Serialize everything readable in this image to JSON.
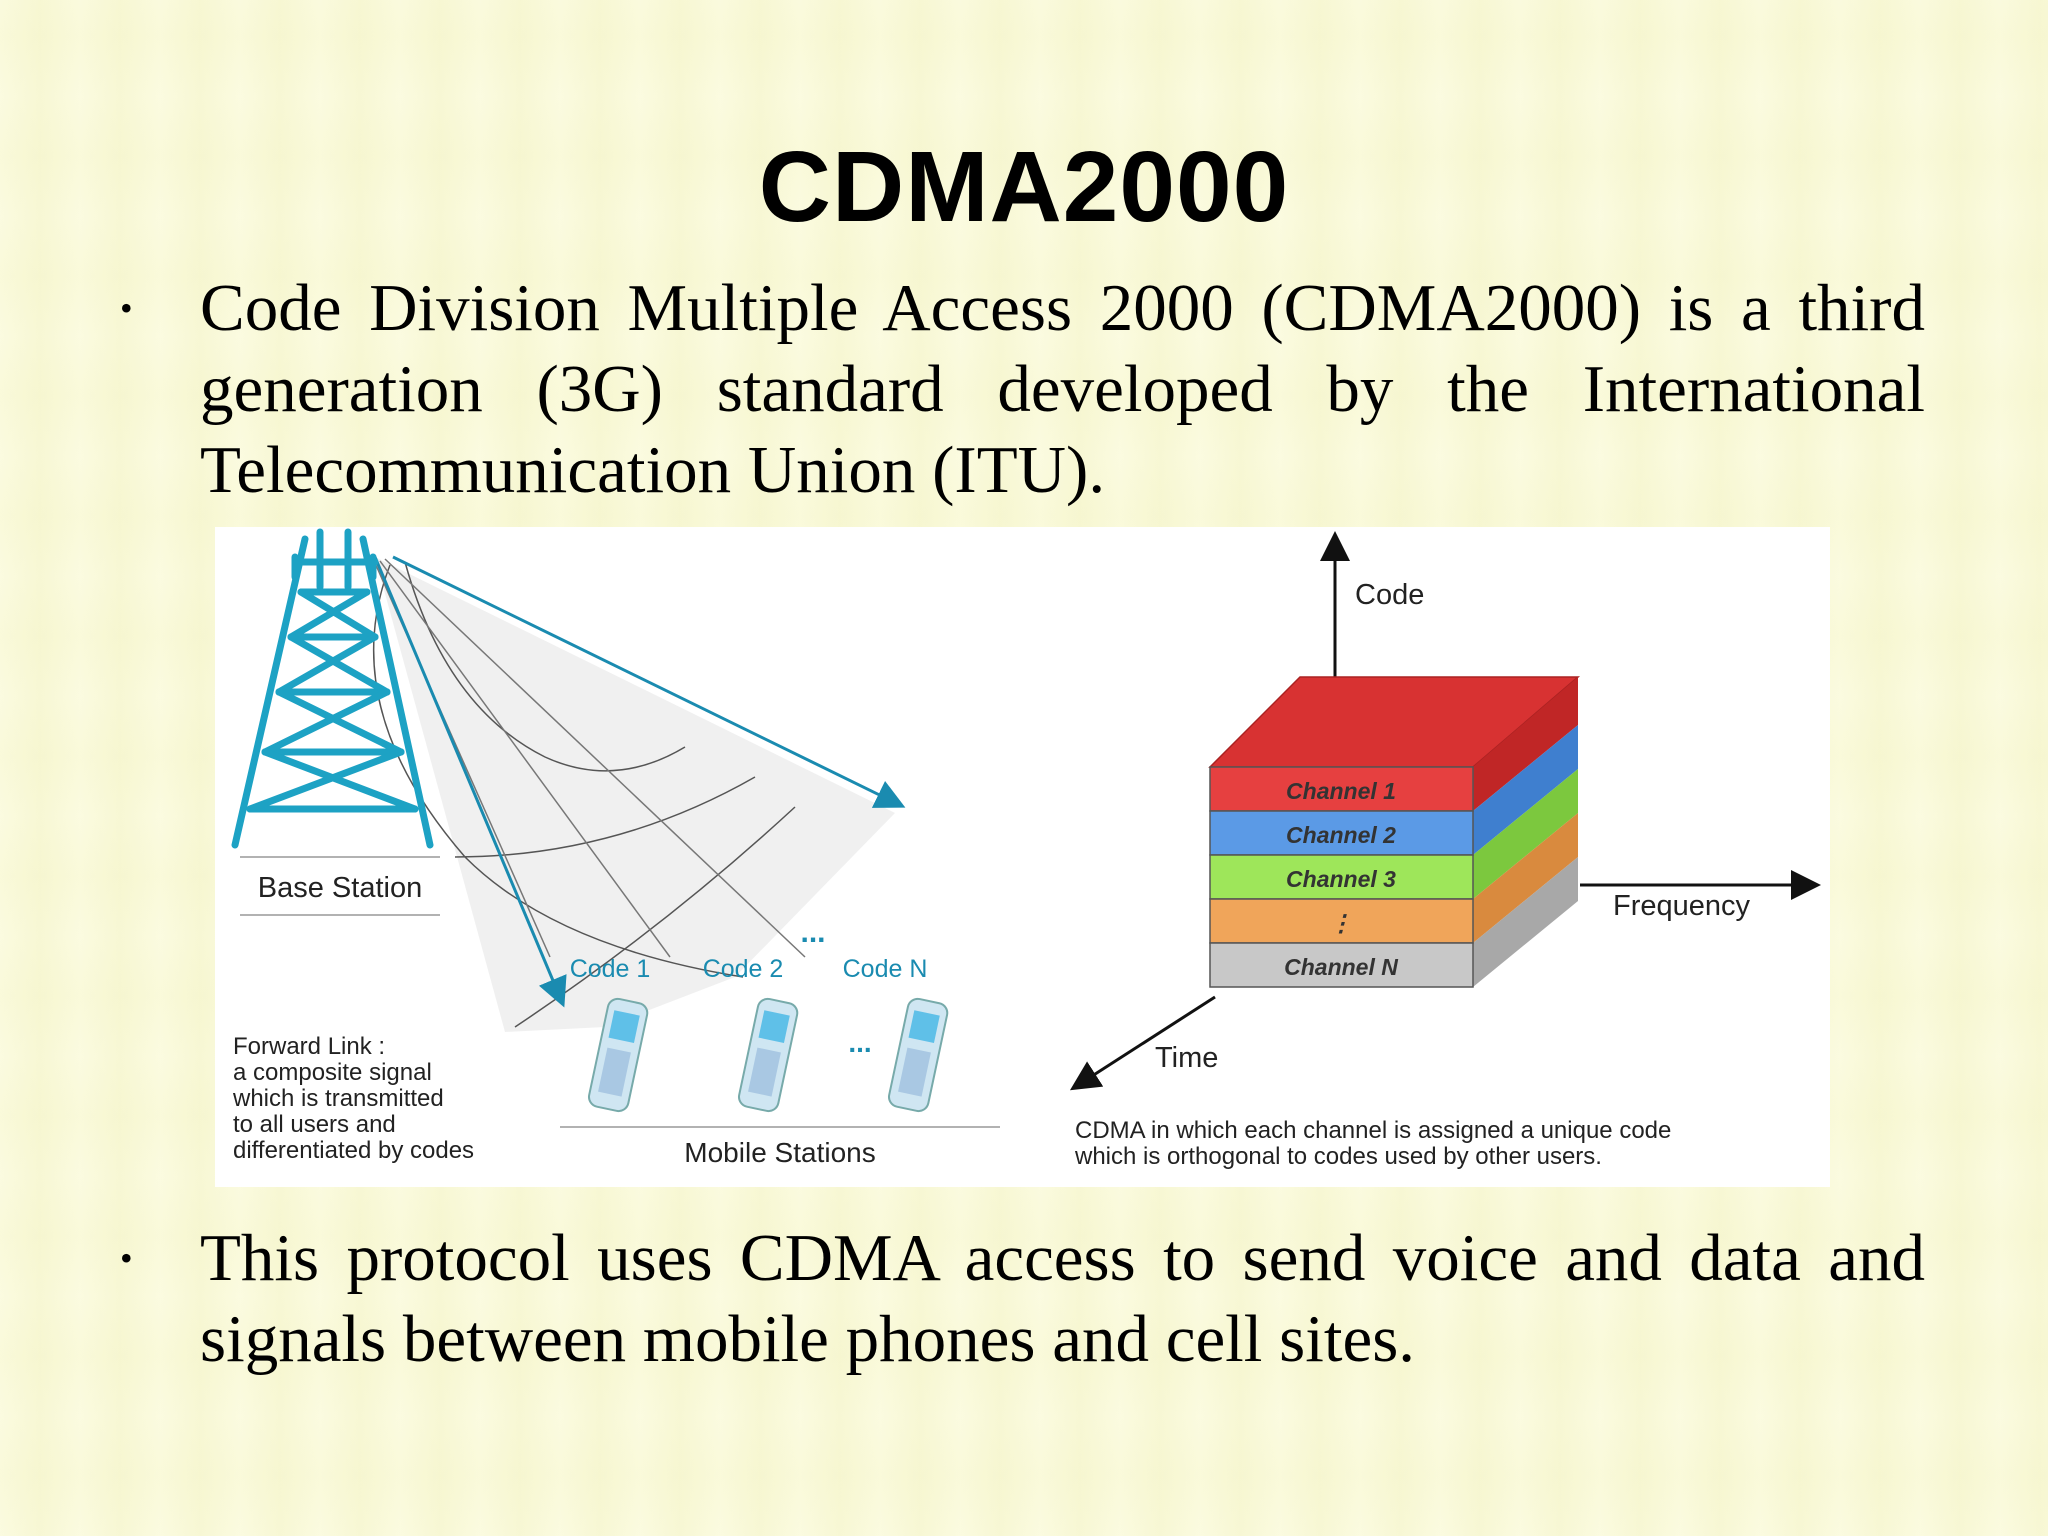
{
  "slide": {
    "title": "CDMA2000",
    "bullets": [
      {
        "marker": "•",
        "text": "Code Division Multiple Access 2000 (CDMA2000) is a third generation (3G) standard developed by the International Telecommunication Union (ITU)."
      },
      {
        "marker": "•",
        "text": "This protocol uses CDMA access to send voice and data and signals between mobile phones and cell sites."
      }
    ]
  },
  "figure_left": {
    "base_station_label": "Base Station",
    "codes": [
      "Code 1",
      "Code 2",
      "Code N"
    ],
    "dots_top": "...",
    "dots_phones": "...",
    "forward_link": [
      "Forward Link :",
      "a composite signal",
      "which is transmitted",
      "to all users and",
      "differentiated by codes"
    ],
    "mobile_stations_label": "Mobile Stations"
  },
  "figure_right": {
    "axis_code": "Code",
    "axis_frequency": "Frequency",
    "axis_time": "Time",
    "channels": [
      {
        "label": "Channel 1",
        "color": "#e64040"
      },
      {
        "label": "Channel 2",
        "color": "#5b9ae6"
      },
      {
        "label": "Channel 3",
        "color": "#9ee65a"
      },
      {
        "label": "⋮",
        "color": "#f0a55a"
      },
      {
        "label": "Channel N",
        "color": "#c8c8c8"
      }
    ],
    "caption": [
      "CDMA in which each channel is assigned a unique code",
      "which is orthogonal to codes used by other users."
    ]
  },
  "colors": {
    "background": "#fbfbe0",
    "tower": "#1da2c4",
    "code_label": "#1a8bb0"
  }
}
